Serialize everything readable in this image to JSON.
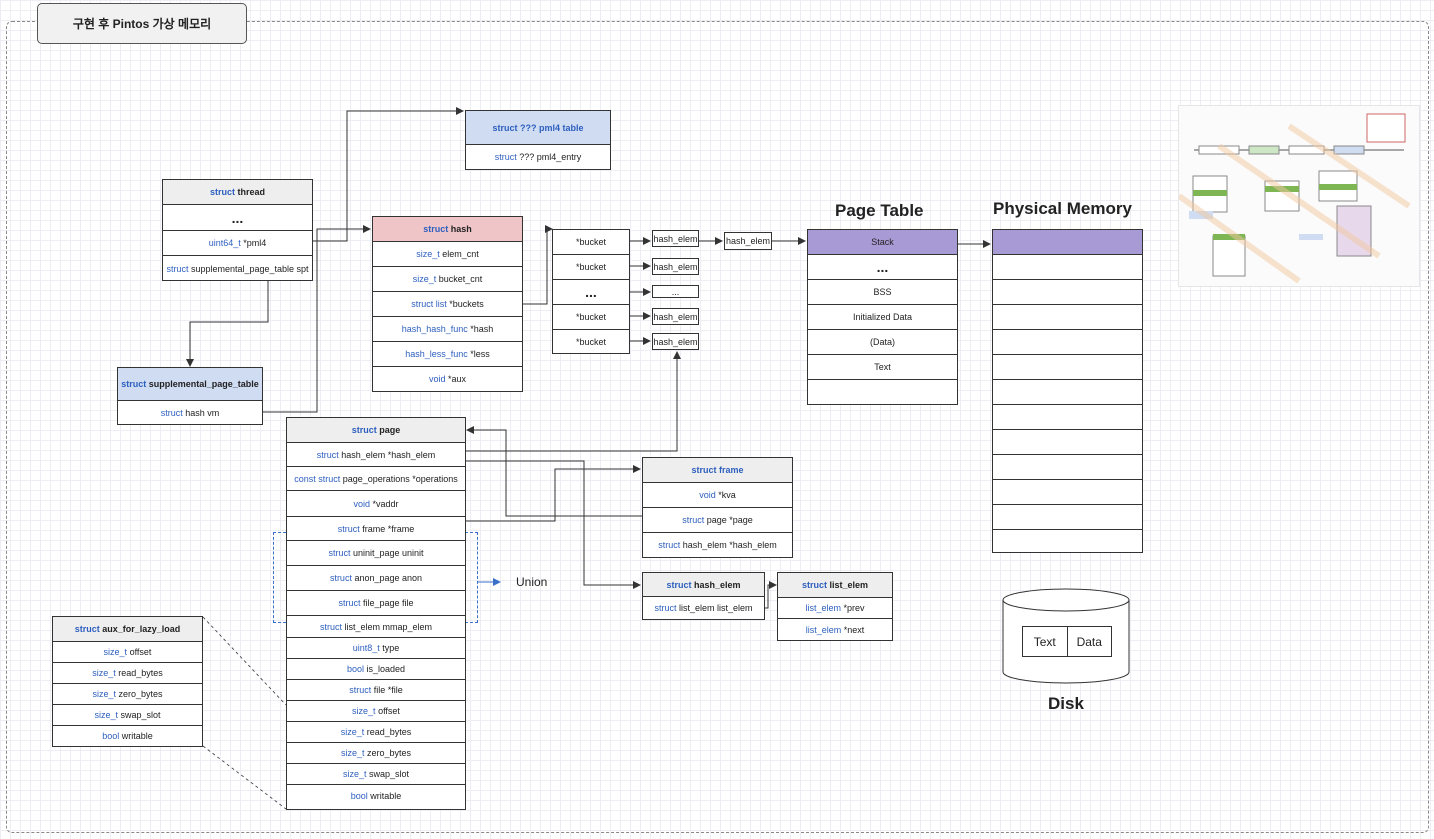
{
  "title": "구현 후 Pintos 가상 메모리",
  "labels": {
    "page_table": "Page Table",
    "physical_memory": "Physical Memory",
    "disk": "Disk",
    "union": "Union"
  },
  "pml4": {
    "header_kw": "struct",
    "header": "??? pml4 table",
    "entry_kw": "struct",
    "entry": "??? pml4_entry"
  },
  "thread": {
    "header_kw": "struct",
    "header": "thread",
    "ellipsis": "...",
    "pml4_kw": "uint64_t",
    "pml4": "*pml4",
    "spt_kw": "struct",
    "spt": "supplemental_page_table spt"
  },
  "spt": {
    "header_kw": "struct",
    "header": "supplemental_page_table",
    "vm_kw": "struct",
    "vm": "hash vm"
  },
  "hash": {
    "header_kw": "struct",
    "header": "hash",
    "rows": [
      {
        "kw": "size_t",
        "text": "elem_cnt"
      },
      {
        "kw": "size_t",
        "text": "bucket_cnt"
      },
      {
        "kw": "struct list",
        "text": "*buckets"
      },
      {
        "kw": "hash_hash_func",
        "text": "*hash"
      },
      {
        "kw": "hash_less_func",
        "text": "*less"
      },
      {
        "kw": "void",
        "text": "*aux"
      }
    ]
  },
  "buckets": [
    "*bucket",
    "*bucket",
    "...",
    "*bucket",
    "*bucket"
  ],
  "hash_elems": [
    "hash_elem",
    "hash_elem",
    "...",
    "hash_elem",
    "hash_elem"
  ],
  "chain_elem": "hash_elem",
  "page_table": [
    "Stack",
    "...",
    "BSS",
    "Initialized Data",
    "(Data)",
    "Text",
    ""
  ],
  "page": {
    "header_kw": "struct",
    "header": "page",
    "rows": [
      {
        "kw": "struct",
        "text": "hash_elem *hash_elem"
      },
      {
        "kw": "const struct",
        "text": "page_operations *operations"
      },
      {
        "kw": "void",
        "text": "*vaddr"
      },
      {
        "kw": "struct",
        "text": "frame *frame"
      },
      {
        "kw": "struct",
        "text": "uninit_page uninit"
      },
      {
        "kw": "struct",
        "text": "anon_page anon"
      },
      {
        "kw": "struct",
        "text": "file_page file"
      },
      {
        "kw": "struct",
        "text": "list_elem mmap_elem"
      },
      {
        "kw": "uint8_t",
        "text": "type"
      },
      {
        "kw": "bool",
        "text": "is_loaded"
      },
      {
        "kw": "struct",
        "text": "file *file"
      },
      {
        "kw": "size_t",
        "text": "offset"
      },
      {
        "kw": "size_t",
        "text": "read_bytes"
      },
      {
        "kw": "size_t",
        "text": "zero_bytes"
      },
      {
        "kw": "size_t",
        "text": "swap_slot"
      },
      {
        "kw": "bool",
        "text": "writable"
      }
    ]
  },
  "frame": {
    "header_kw": "struct",
    "header": "frame",
    "rows": [
      {
        "kw": "void",
        "text": "*kva"
      },
      {
        "kw": "struct",
        "text": "page *page"
      },
      {
        "kw": "struct",
        "text": "hash_elem *hash_elem"
      }
    ]
  },
  "hash_elem_struct": {
    "header_kw": "struct",
    "header": "hash_elem",
    "rows": [
      {
        "kw": "struct",
        "text": "list_elem list_elem"
      }
    ]
  },
  "list_elem_struct": {
    "header_kw": "struct",
    "header": "list_elem",
    "rows": [
      {
        "kw": "list_elem",
        "text": "*prev"
      },
      {
        "kw": "list_elem",
        "text": "*next"
      }
    ]
  },
  "aux": {
    "header_kw": "struct",
    "header": "aux_for_lazy_load",
    "rows": [
      {
        "kw": "size_t",
        "text": "offset"
      },
      {
        "kw": "size_t",
        "text": "read_bytes"
      },
      {
        "kw": "size_t",
        "text": "zero_bytes"
      },
      {
        "kw": "size_t",
        "text": "swap_slot"
      },
      {
        "kw": "bool",
        "text": "writable"
      }
    ]
  },
  "disk": {
    "cells": [
      "Text",
      "Data"
    ]
  },
  "colors": {
    "pml4_header": "#cfdcf2",
    "hash_header": "#f0c5c8",
    "stack_row": "#a89ad4",
    "keyword_blue": "#2d5fbf"
  }
}
